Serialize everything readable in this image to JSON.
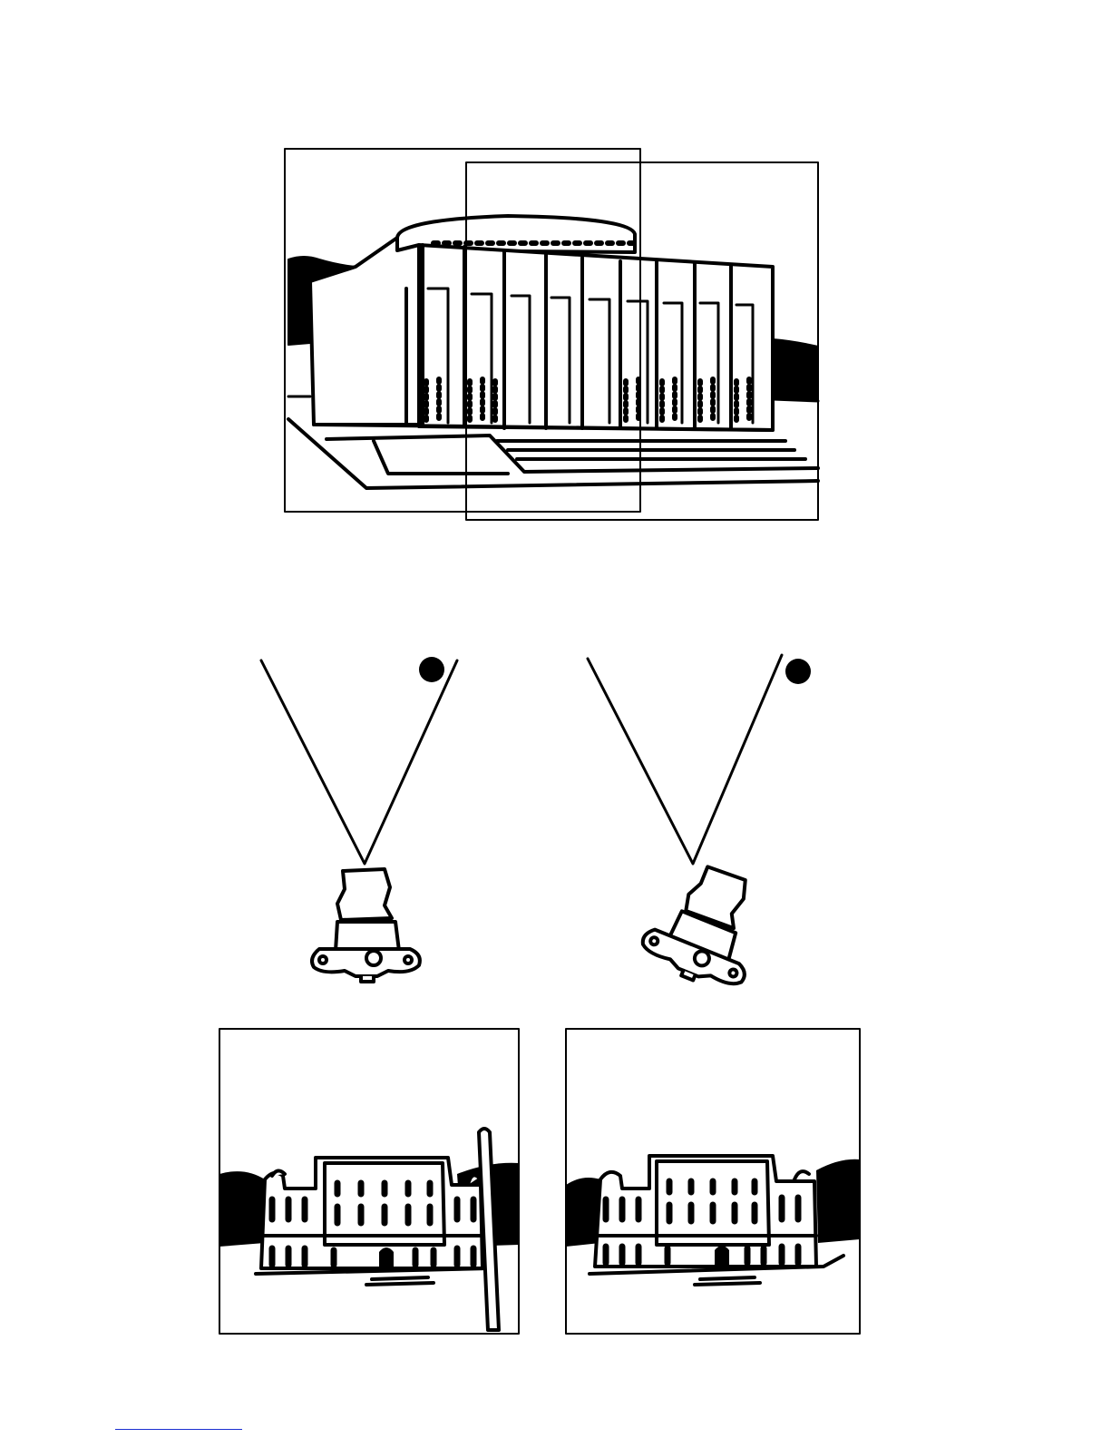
{
  "colors": {
    "ink": "#000000",
    "paper": "#ffffff",
    "rule": "#1a2fd1"
  },
  "panoramic_frames": {
    "count": 2,
    "overlap": "partial"
  },
  "cameras": [
    {
      "orientation": "level",
      "sun_indicator": true
    },
    {
      "orientation": "tilted",
      "sun_indicator": true
    }
  ],
  "results": [
    {
      "subject": "building",
      "obstruction": "pole"
    },
    {
      "subject": "building",
      "obstruction": "none"
    }
  ]
}
